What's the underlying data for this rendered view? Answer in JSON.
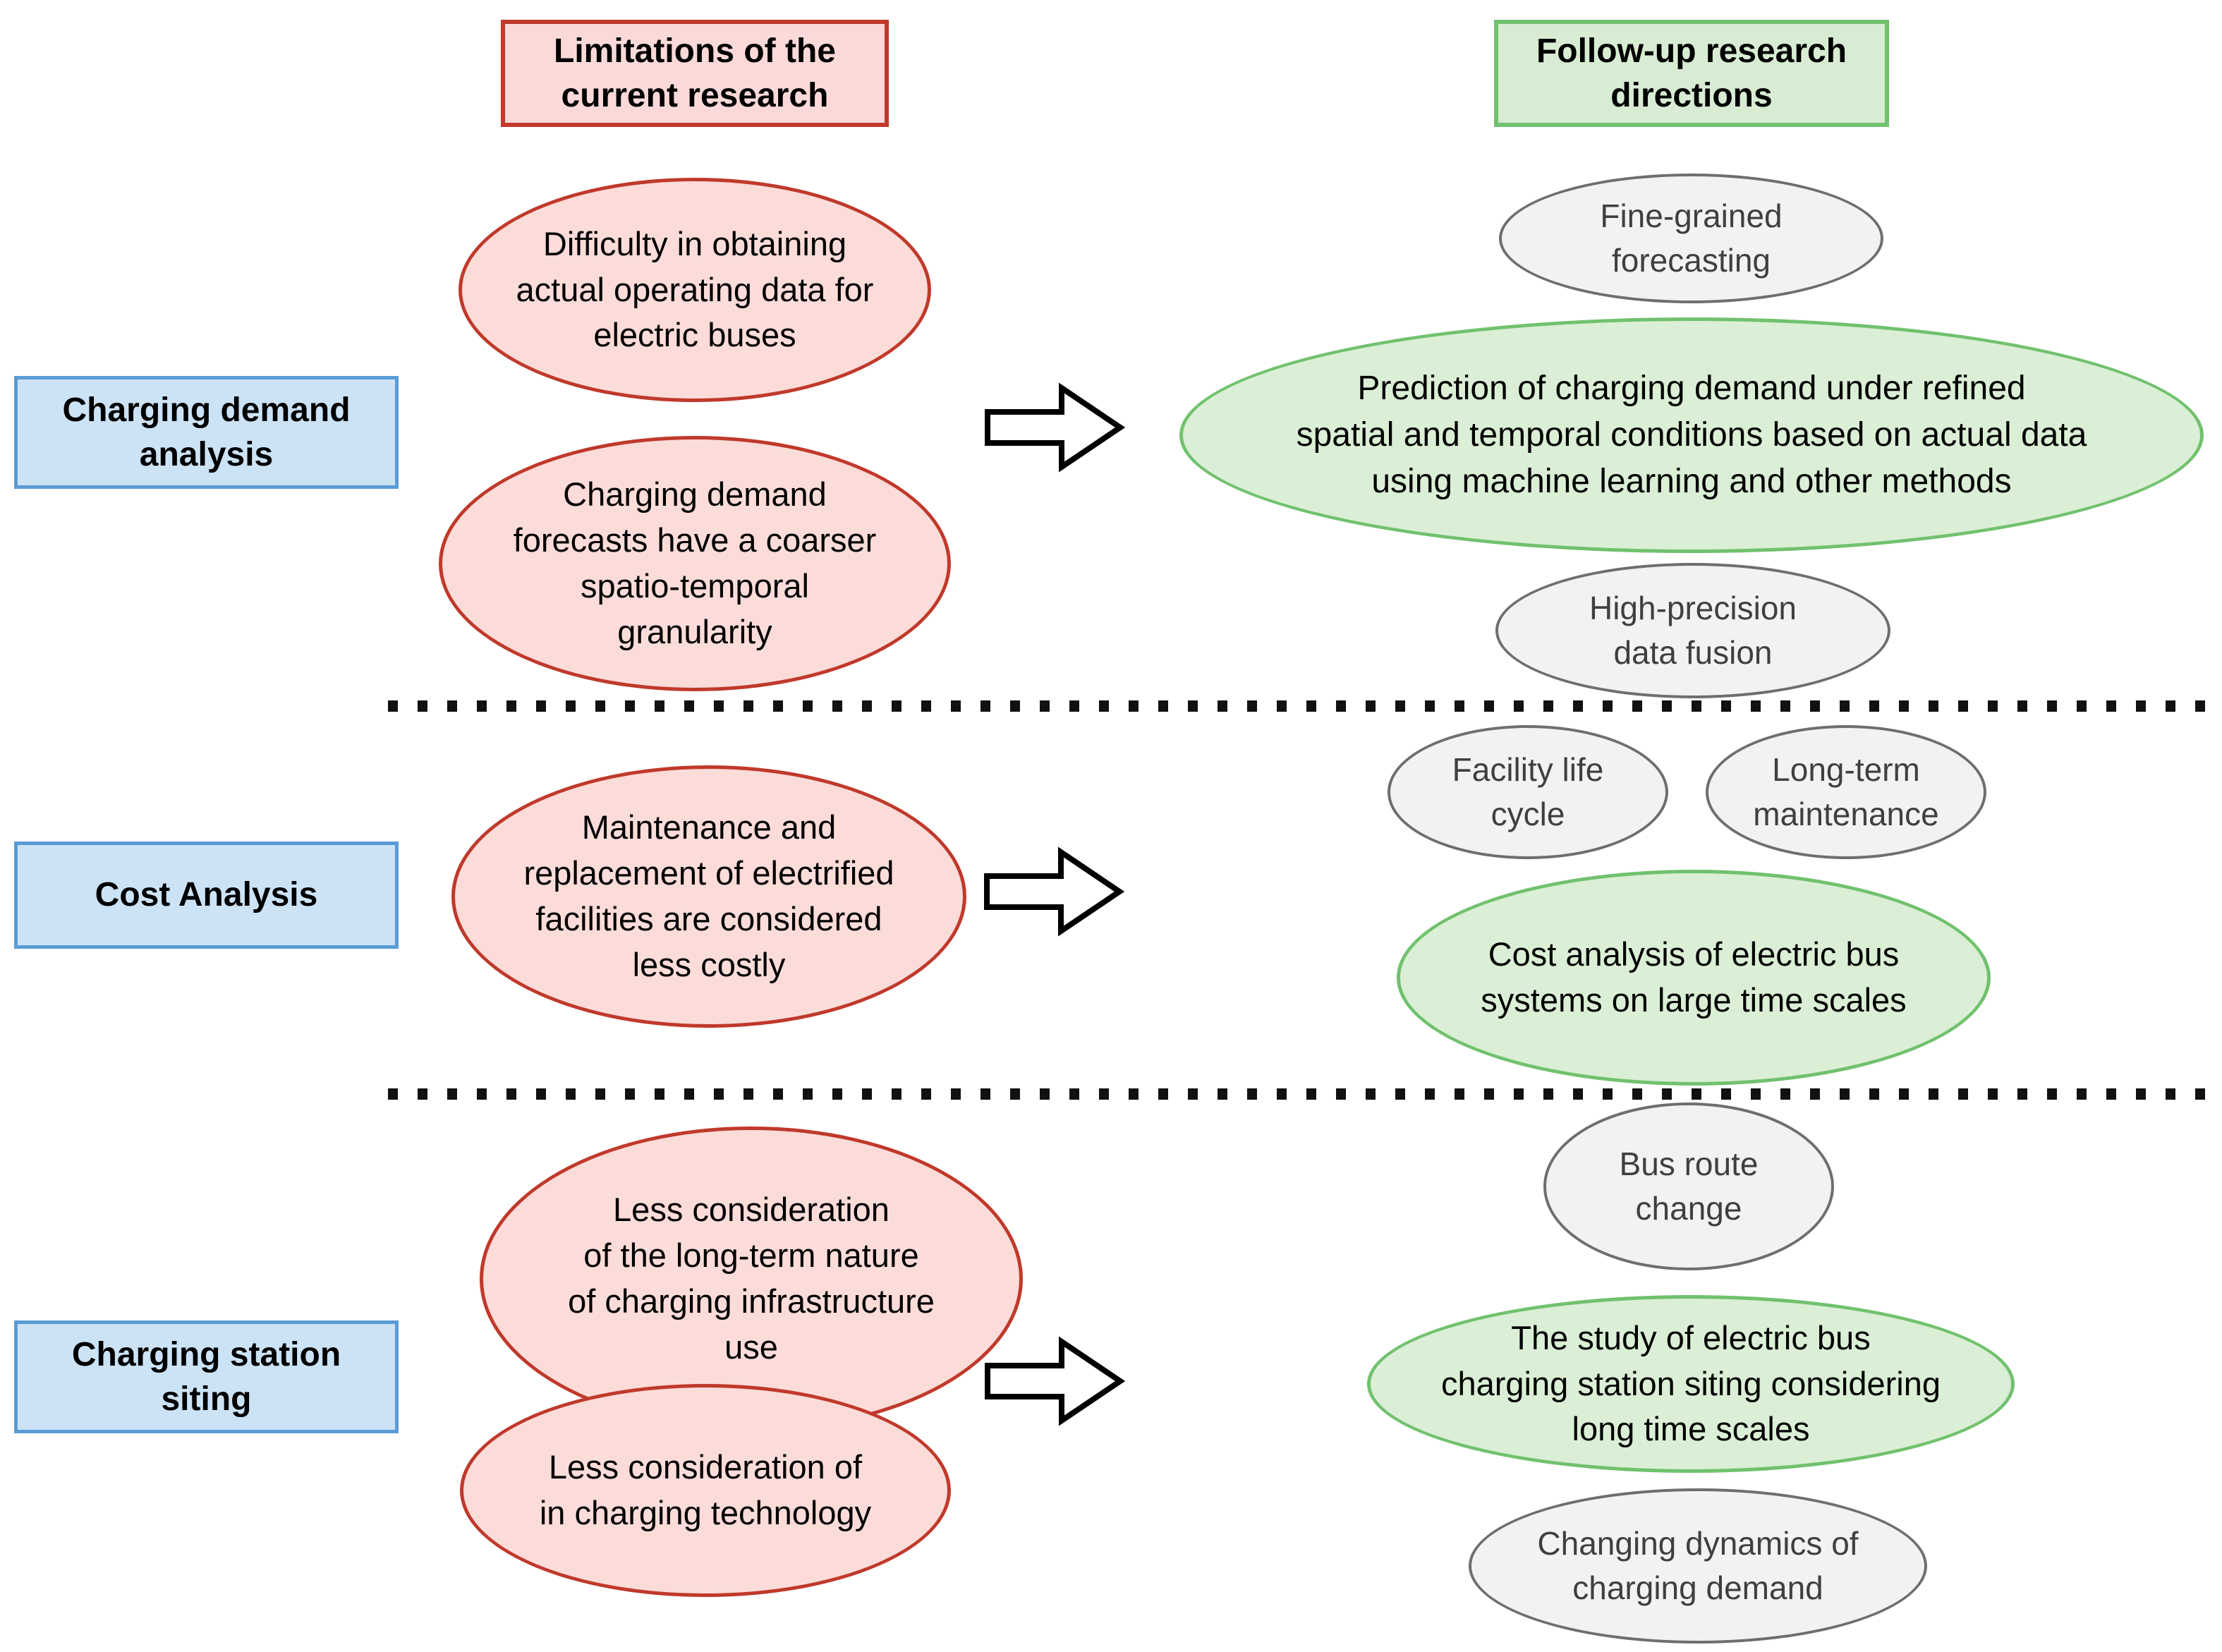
{
  "headers": {
    "limitations_label": "Limitations of the\ncurrent research",
    "followup_label": "Follow-up research\ndirections"
  },
  "sections": [
    {
      "category": "Charging demand\nanalysis",
      "limitations": [
        "Difficulty in obtaining\nactual operating data for\nelectric buses",
        "Charging demand\nforecasts have a coarser\nspatio-temporal\ngranularity"
      ],
      "main_direction": "Prediction of charging demand under refined\nspatial and temporal conditions based on actual data\nusing machine learning and other methods",
      "sub_directions": [
        "Fine-grained\nforecasting",
        "High-precision\ndata fusion"
      ]
    },
    {
      "category": "Cost Analysis",
      "limitations": [
        "Maintenance and\nreplacement of electrified\nfacilities are considered\nless costly"
      ],
      "main_direction": "Cost analysis of electric bus\nsystems on large time scales",
      "sub_directions": [
        "Facility life\ncycle",
        "Long-term\nmaintenance"
      ]
    },
    {
      "category": "Charging station\nsiting",
      "limitations": [
        "Less consideration\nof the long-term nature\nof charging infrastructure\nuse",
        "Less consideration of\nin charging technology"
      ],
      "main_direction": "The study of electric bus\ncharging station siting considering\nlong time scales",
      "sub_directions": [
        "Bus route\nchange",
        "Changing dynamics of\ncharging demand"
      ]
    }
  ],
  "colors": {
    "limitation_fill": "#fbdcd9",
    "limitation_border": "#c0392b",
    "limitation_header_fill": "#fbd9d9",
    "direction_fill": "#daefd5",
    "direction_border": "#71c16e",
    "direction_header_fill": "#d7ecd2",
    "sub_direction_fill": "#f2f2f2",
    "sub_direction_border": "#6e6e6e",
    "sub_direction_text": "#3f3f3f",
    "category_fill": "#cce3f6",
    "category_border": "#5b9bd5",
    "arrow_fill": "#ffffff",
    "arrow_stroke": "#000000",
    "divider_color": "#111111"
  }
}
